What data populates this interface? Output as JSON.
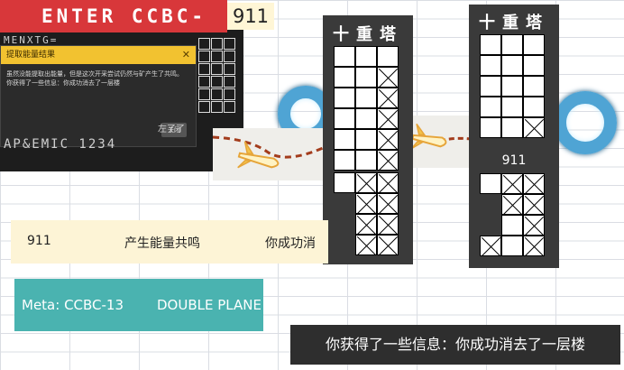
{
  "banner": {
    "label": "ENTER CCBC-",
    "number": "911"
  },
  "game_hud": {
    "top_text": "MENXTG=",
    "bottom_text": "AP&EMIC 1234",
    "side_text": "左了了"
  },
  "dialog": {
    "title": "提取能量结果",
    "body": "虽然没能提取出能量，但是这次开采尝试仍然与矿产生了共鸣。",
    "info": "你获得了一些信息：你成功消去了一层楼",
    "close": "关闭"
  },
  "tower_left": {
    "title": "十重塔"
  },
  "tower_right": {
    "title": "十重塔",
    "number": "911"
  },
  "yellow_row": {
    "code": "911",
    "phrase": "产生能量共鸣",
    "tail": "你成功消"
  },
  "meta": {
    "label": "Meta: CCBC-13",
    "tag": "DOUBLE PLANE"
  },
  "subtitle": {
    "text": "你获得了一些信息：你成功消去了一层楼"
  },
  "icons": [
    "ring-icon",
    "rocket-icon",
    "close-icon"
  ],
  "colors": {
    "banner": "#d8373a",
    "teal": "#4ab3b0",
    "yellow": "#fdf4d6",
    "dialog_header": "#f2c230",
    "tower": "#3a3a3a"
  }
}
